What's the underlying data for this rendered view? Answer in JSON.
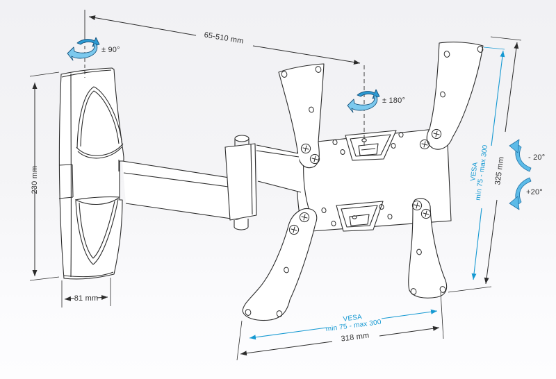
{
  "diagram": {
    "type": "technical-drawing",
    "subject": "Articulating TV wall-mount bracket with dimension and rotation annotations",
    "colors": {
      "line": "#2b2b2b",
      "dimension_black": "#2b2b2b",
      "dimension_blue": "#1599d2",
      "rotation_arrow_light": "#7cc9ee",
      "rotation_arrow_dark": "#2d9bd4",
      "background_top": "#f1f1f4",
      "background_bottom": "#fdfdfe"
    },
    "labels": {
      "arm_extension": "65-510 mm",
      "wall_plate_height": "230 mm",
      "wall_plate_width": "81 mm",
      "plate_width": "318 mm",
      "plate_height": "325 mm",
      "swivel_wall": "± 90°",
      "swivel_plate": "± 180°",
      "tilt_up": "- 20°",
      "tilt_down": "+20°",
      "vesa_vertical_line1": "VESA",
      "vesa_vertical_line2": "min 75 - max 300",
      "vesa_horizontal_line1": "VESA",
      "vesa_horizontal_line2": "min 75 - max 300"
    }
  }
}
